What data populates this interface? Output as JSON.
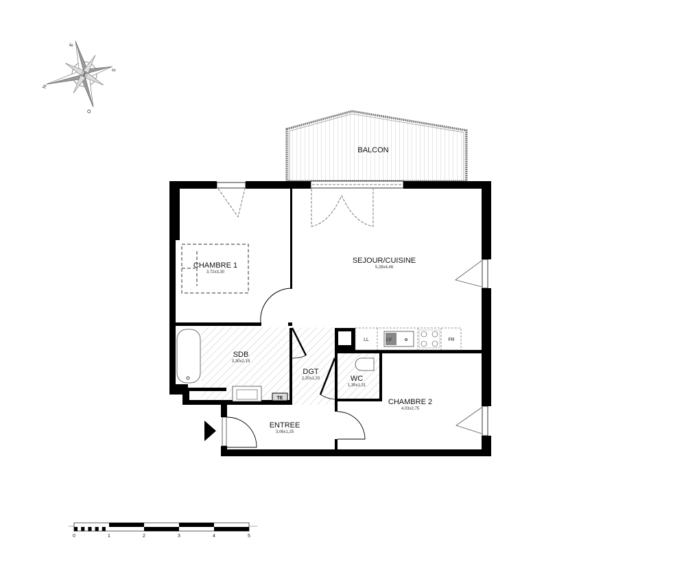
{
  "compass": {
    "top": "E",
    "right": "S",
    "left": "N",
    "bottom": "O"
  },
  "rooms": {
    "balcon": {
      "name": "BALCON"
    },
    "chambre1": {
      "name": "CHAMBRE 1",
      "dim": "3,72x3,30"
    },
    "sejour": {
      "name": "SEJOUR/CUISINE",
      "dim": "5,28x4,46"
    },
    "sdb": {
      "name": "SDB",
      "dim": "3,30x2,19"
    },
    "dgt": {
      "name": "DGT",
      "dim": "2,20x1,20"
    },
    "wc": {
      "name": "WC",
      "dim": "1,35x1,31"
    },
    "chambre2": {
      "name": "CHAMBRE 2",
      "dim": "4,03x2,75"
    },
    "entree": {
      "name": "ENTREE",
      "dim": "3,06x1,25"
    }
  },
  "fixtures": {
    "ll": "LL",
    "lv": "LV",
    "fr": "FR",
    "te": "TE"
  },
  "scale": {
    "ticks": [
      "0",
      "1",
      "2",
      "3",
      "4",
      "5"
    ]
  },
  "colors": {
    "wall": "#000000",
    "hatch": "#bbbbbb"
  }
}
